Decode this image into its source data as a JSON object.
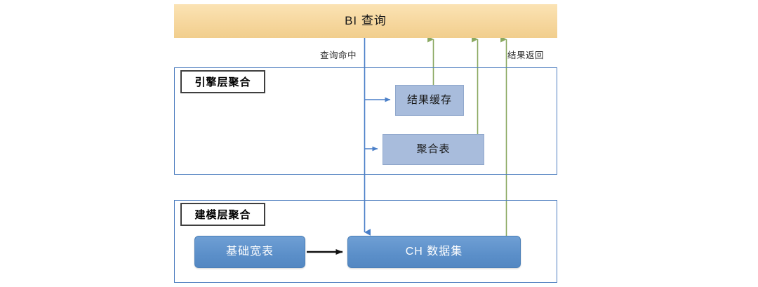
{
  "diagram": {
    "title": "BI 查询",
    "top_bar": {
      "label": "BI 查询",
      "color": "#f6d79e"
    },
    "layers": [
      {
        "id": "engine-layer",
        "title": "引擎层聚合",
        "nodes": [
          {
            "id": "result-cache",
            "label": "结果缓存",
            "color": "#a8bcdc"
          },
          {
            "id": "agg-table",
            "label": "聚合表",
            "color": "#a8bcdc"
          }
        ]
      },
      {
        "id": "model-layer",
        "title": "建模层聚合",
        "nodes": [
          {
            "id": "base-wide-table",
            "label": "基础宽表",
            "color": "#5b8fc9"
          },
          {
            "id": "ch-dataset",
            "label": "CH 数据集",
            "color": "#5b8fc9"
          }
        ]
      }
    ],
    "edge_labels": {
      "query_hit": "查询命中",
      "result_return": "结果返回"
    },
    "edge_colors": {
      "query_flow": "#4a7fc8",
      "result_flow": "#8aa860",
      "build_flow": "#000000"
    }
  }
}
